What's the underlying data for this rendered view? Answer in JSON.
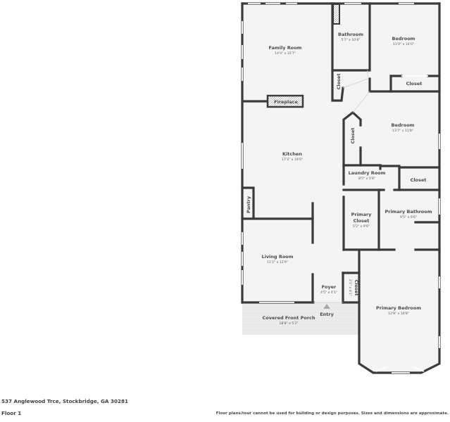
{
  "floor_plan": {
    "rooms": [
      {
        "name": "Family Room",
        "dimensions": "14'4\" x 15'7\""
      },
      {
        "name": "Bathroom",
        "dimensions": "5'7\" x 10'6\""
      },
      {
        "name": "Bedroom",
        "dimensions": "11'0\" x 14'0\""
      },
      {
        "name": "Closet",
        "dimensions": ""
      },
      {
        "name": "Fireplace",
        "dimensions": ""
      },
      {
        "name": "Closet",
        "dimensions": ""
      },
      {
        "name": "Bedroom",
        "dimensions": "13'7\" x 11'8\""
      },
      {
        "name": "Closet",
        "dimensions": ""
      },
      {
        "name": "Kitchen",
        "dimensions": "17'3\" x 19'0\""
      },
      {
        "name": "Laundry Room",
        "dimensions": "8'5\" x 5'8\""
      },
      {
        "name": "Closet",
        "dimensions": ""
      },
      {
        "name": "Pantry",
        "dimensions": ""
      },
      {
        "name": "Primary Closet",
        "dimensions": "5'2\" x 9'6\""
      },
      {
        "name": "Primary Bathroom",
        "dimensions": "9'5\" x 9'6\""
      },
      {
        "name": "Living Room",
        "dimensions": "11'2\" x 12'9\""
      },
      {
        "name": "Foyer",
        "dimensions": "4'5\" x 4'1\""
      },
      {
        "name": "Closet",
        "dimensions": "2'1\" x 4'1\""
      },
      {
        "name": "Primary Bedroom",
        "dimensions": "12'8\" x 19'8\""
      },
      {
        "name": "Covered Front Porch",
        "dimensions": "18'8\" x 5'2\""
      }
    ],
    "entry_label": "Entry",
    "colors": {
      "wall": "#3a3a3a",
      "floor": "#f4f4f4",
      "porch": "#ebebeb",
      "window": "#ffffff",
      "marker": "#a8a8a8"
    }
  },
  "footer": {
    "address": "537 Anglewood Trce, Stockbridge, GA 30281",
    "floor": "Floor 1",
    "disclaimer": "Floor plans/tour cannot be used for building or design purposes. Sizes and dimensions are approximate."
  }
}
